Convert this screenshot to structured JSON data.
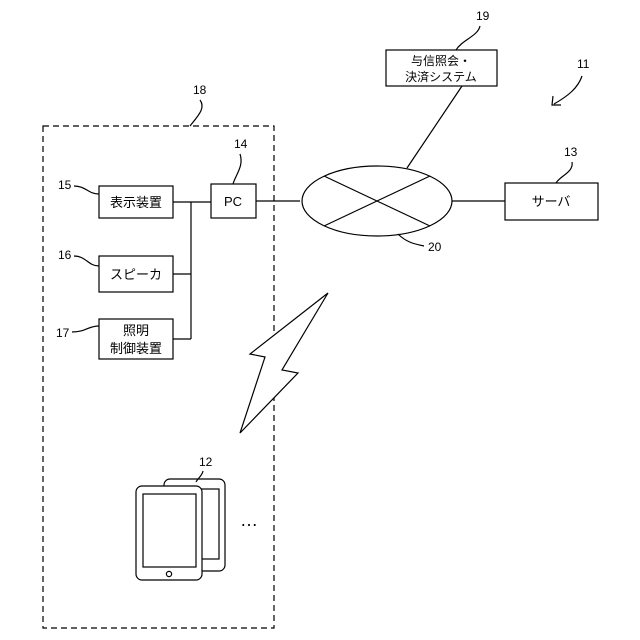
{
  "refs": {
    "system": "11",
    "tablet": "12",
    "server": "13",
    "pc": "14",
    "display": "15",
    "speaker": "16",
    "lighting": "17",
    "store_area": "18",
    "payment": "19",
    "network": "20"
  },
  "boxes": {
    "display": "表示装置",
    "speaker": "スピーカ",
    "lighting_line1": "照明",
    "lighting_line2": "制御装置",
    "pc": "PC",
    "server": "サーバ",
    "payment_line1": "与信照会・",
    "payment_line2": "決済システム"
  },
  "ellipsis": "…"
}
